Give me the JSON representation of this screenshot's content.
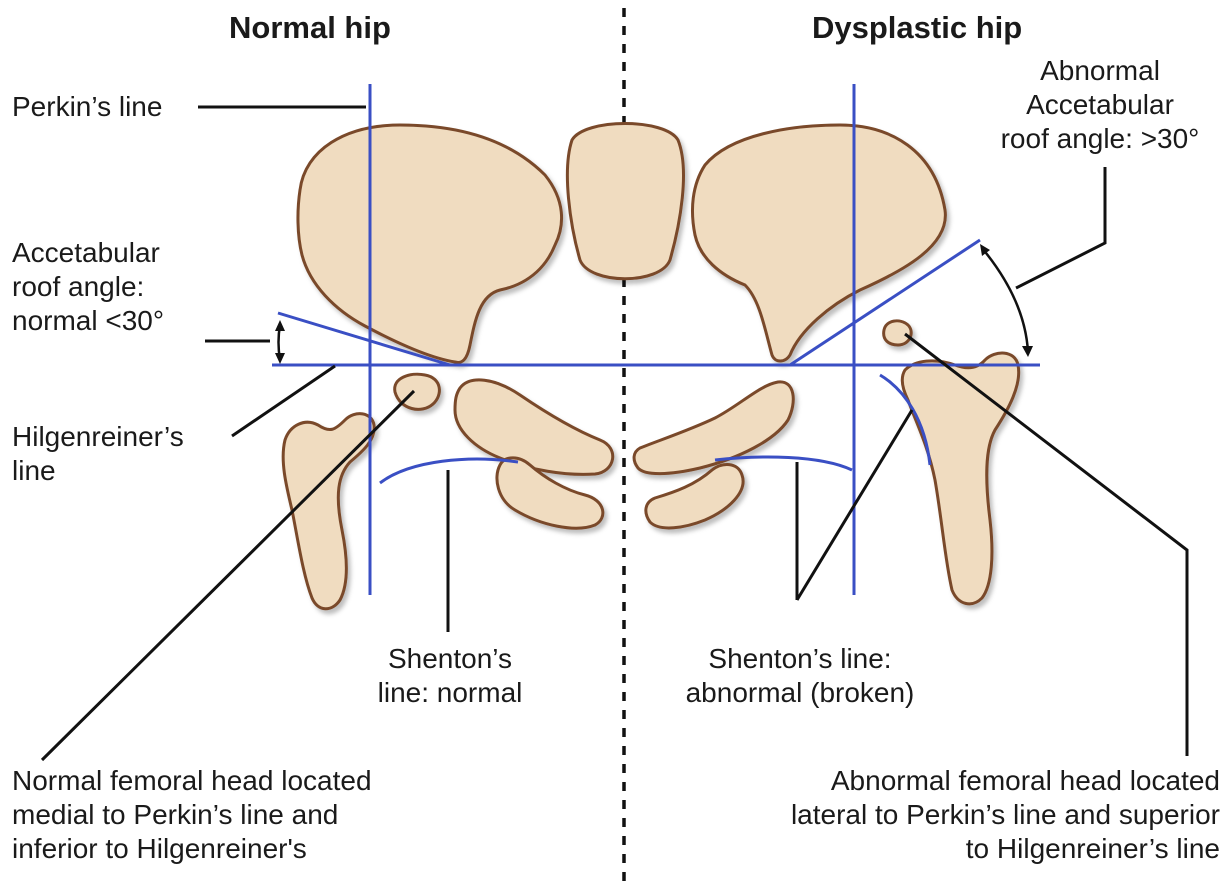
{
  "titles": {
    "left": "Normal hip",
    "right": "Dysplastic hip"
  },
  "labels": {
    "perkins_line": "Perkin’s line",
    "acetabular_normal": [
      "Accetabular",
      "roof angle:",
      "normal <30°"
    ],
    "hilgenreiner": [
      "Hilgenreiner’s",
      "line"
    ],
    "shenton_normal": [
      "Shenton’s",
      "line: normal"
    ],
    "shenton_abnormal": [
      "Shenton’s line:",
      "abnormal (broken)"
    ],
    "acetabular_abnormal": [
      "Abnormal",
      "Accetabular",
      "roof angle: >30°"
    ],
    "femoral_normal": [
      "Normal femoral head located",
      "medial to Perkin’s line and",
      "inferior to Hilgenreiner's"
    ],
    "femoral_abnormal": [
      "Abnormal femoral head located",
      "lateral to Perkin’s line and superior",
      "to Hilgenreiner’s line"
    ]
  },
  "colors": {
    "bone_fill": "#f0dcc0",
    "bone_stroke": "#7a4a2a",
    "guide_line": "#3a4fc4",
    "leader_line": "#111111"
  }
}
